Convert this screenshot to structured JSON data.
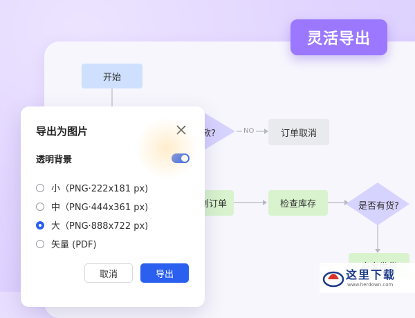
{
  "badge": {
    "label": "灵活导出"
  },
  "flowchart": {
    "start": "开始",
    "decision_partial": "款?",
    "edge_no": "NO",
    "cancel_order": "订单取消",
    "create_order_partial": "创订单",
    "check_stock": "检查库存",
    "in_stock": "是否有货?",
    "ship_partial": "商家发货"
  },
  "dialog": {
    "title": "导出为图片",
    "transparent_bg_label": "透明背景",
    "transparent_bg_on": true,
    "options": [
      {
        "label": "小（PNG·222x181 px)",
        "checked": false
      },
      {
        "label": "中（PNG·444x361 px)",
        "checked": false
      },
      {
        "label": "大（PNG·888x722 px)",
        "checked": true
      },
      {
        "label": "矢量 (PDF)",
        "checked": false
      }
    ],
    "cancel_label": "取消",
    "export_label": "导出"
  },
  "watermark": {
    "text": "这里下载",
    "url": "www.herdown.com"
  },
  "colors": {
    "accent": "#2a5ff0",
    "badge": "#9b78ff",
    "node_blue": "#cfe0ff",
    "node_green": "#d8f3cd",
    "decision": "#d7d3ff"
  }
}
